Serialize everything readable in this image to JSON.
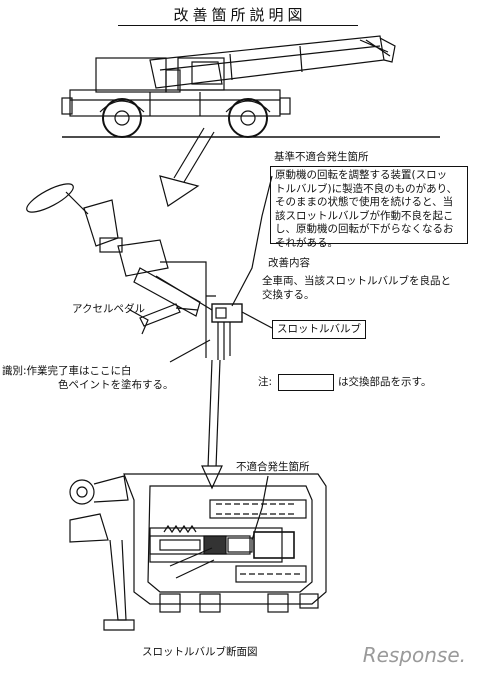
{
  "doc": {
    "title": "改善箇所説明図",
    "defect_heading": "基準不適合発生箇所",
    "defect_lines": [
      "原動機の回転を調整する装置(スロッ",
      "トルバルブ)に製造不良のものがあり、",
      "そのままの状態で使用を続けると、当",
      "該スロットルバルブが作動不良を起こ",
      "し、原動機の回転が下がらなくなるお",
      "それがある。"
    ],
    "remedy_heading": "改善内容",
    "remedy_lines": [
      "全車両、当該スロットルバルブを良品と",
      "交換する。"
    ],
    "throttle_label": "スロットルバルブ",
    "pedal_label": "アクセルペダル",
    "id_lines": [
      "識別:作業完了車はここに白",
      "色ペイントを塗布する。"
    ],
    "note_prefix": "注:",
    "note_suffix": "は交換部品を示す。",
    "defect_heading_2": "不適合発生箇所",
    "section_caption": "スロットルバルブ断面図",
    "logo_text": "Response."
  }
}
